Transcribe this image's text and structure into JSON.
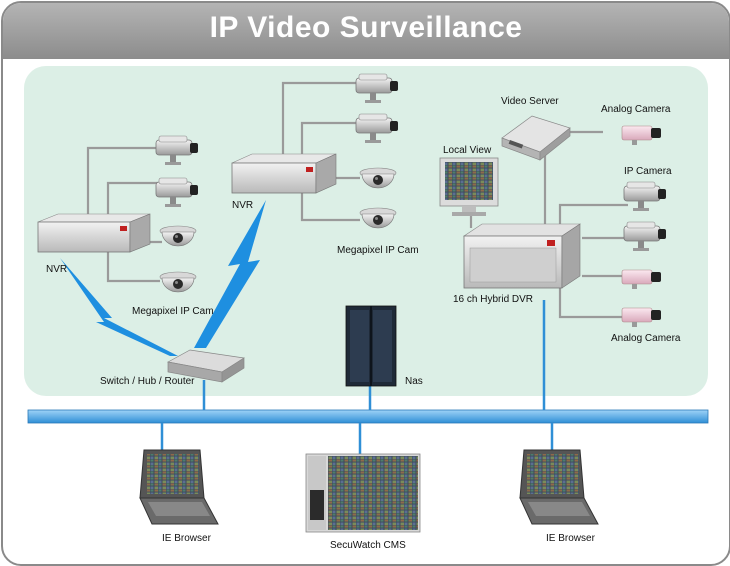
{
  "title": "IP Video Surveillance",
  "labels": {
    "nvr_left": "NVR",
    "nvr_top": "NVR",
    "megapixel_left": "Megapixel IP Cam",
    "megapixel_top": "Megapixel IP Cam",
    "switch": "Switch / Hub / Router",
    "nas": "Nas",
    "video_server": "Video Server",
    "analog_camera_top": "Analog Camera",
    "local_view": "Local View",
    "ip_camera": "IP Camera",
    "hybrid_dvr": "16 ch Hybrid DVR",
    "analog_camera_bottom": "Analog Camera",
    "ie_browser_left": "IE Browser",
    "cms": "SecuWatch CMS",
    "ie_browser_right": "IE Browser"
  },
  "colors": {
    "title_bar": "#9e9e9e",
    "zone_fill": "#dcefe6",
    "network_bus": "#2f8fd6",
    "wireless": "#1e8fe0",
    "wires": "#9a9a9a"
  }
}
